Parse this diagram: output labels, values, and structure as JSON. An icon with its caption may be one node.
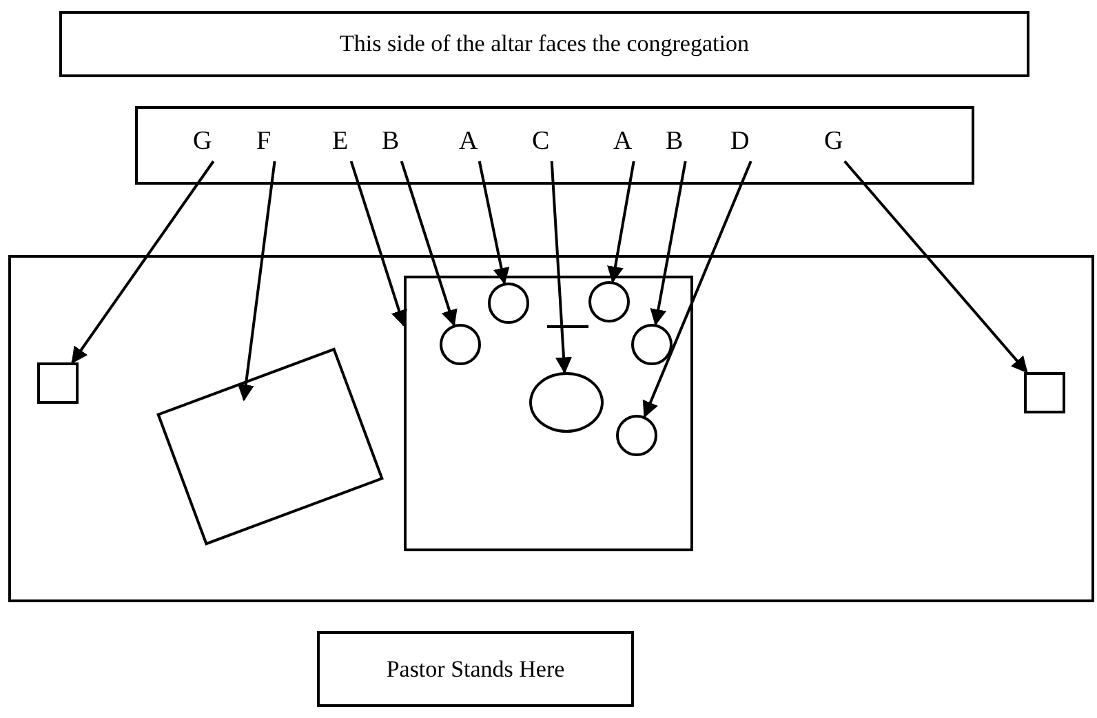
{
  "diagram": {
    "nodes": [
      {
        "text": [
          "This side of the altar faces the congregation"
        ]
      },
      {
        "text": [],
        "shape": "box"
      },
      {
        "text": [
          "G"
        ],
        "in": 1
      },
      {
        "text": [
          "F"
        ],
        "in": 1
      },
      {
        "text": [
          "E"
        ],
        "in": 1
      },
      {
        "text": [
          "B"
        ],
        "in": 1
      },
      {
        "text": [
          "A"
        ],
        "in": 1
      },
      {
        "text": [
          "C"
        ],
        "in": 1
      },
      {
        "text": [
          "A"
        ],
        "in": 1
      },
      {
        "text": [
          "B"
        ],
        "in": 1
      },
      {
        "text": [
          "D"
        ],
        "in": 1
      },
      {
        "text": [
          "G"
        ],
        "in": 1
      },
      {
        "text": [],
        "shape": "box"
      },
      {
        "text": [],
        "shape": "box",
        "in": 12
      },
      {
        "text": [],
        "shape": "box",
        "in": 12
      },
      {
        "text": [],
        "shape": "box",
        "in": 12
      },
      {
        "text": [],
        "shape": "circle",
        "in": 15
      },
      {
        "text": [],
        "shape": "circle",
        "in": 15
      },
      {
        "text": [],
        "shape": "circle",
        "in": 15
      },
      {
        "text": [],
        "shape": "circle",
        "in": 15
      },
      {
        "text": [],
        "shape": "circle",
        "in": 15
      },
      {
        "text": [],
        "shape": "circle",
        "in": 15
      },
      {
        "text": [],
        "shape": "box",
        "in": 12
      },
      {
        "text": [
          "Pastor Stands Here"
        ]
      }
    ],
    "edges": [
      {
        "from": 2,
        "to": 13,
        "arrow": "to"
      },
      {
        "from": 3,
        "to": 14,
        "arrow": "to"
      },
      {
        "from": 4,
        "to": 15,
        "arrow": "to"
      },
      {
        "from": 5,
        "to": 16,
        "arrow": "to"
      },
      {
        "from": 6,
        "to": 17,
        "arrow": "to"
      },
      {
        "from": 7,
        "to": 20,
        "arrow": "to"
      },
      {
        "from": 8,
        "to": 18,
        "arrow": "to"
      },
      {
        "from": 9,
        "to": 19,
        "arrow": "to"
      },
      {
        "from": 10,
        "to": 21,
        "arrow": "to"
      },
      {
        "from": 11,
        "to": 22,
        "arrow": "to"
      }
    ]
  }
}
